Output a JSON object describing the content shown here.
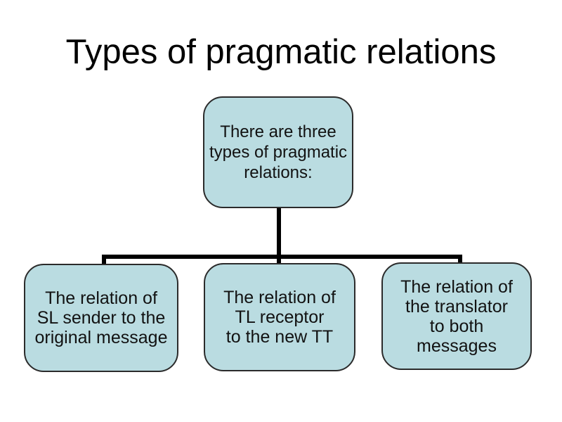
{
  "slide": {
    "title": "Types of pragmatic relations",
    "background_color": "#ffffff",
    "title_color": "#000000"
  },
  "diagram": {
    "box_fill_color": "#badce1",
    "box_border_color": "#2b2b2b",
    "connector_color": "#000000",
    "text_color": "#121212",
    "root_box": {
      "lines": [
        "There are three",
        "types of pragmatic",
        "relations:"
      ]
    },
    "child_boxes": [
      {
        "lines": [
          "The relation of",
          "SL sender to the",
          "original message"
        ]
      },
      {
        "lines": [
          "The relation of",
          "TL receptor",
          "to the new TT"
        ]
      },
      {
        "lines": [
          "The relation of",
          "the translator",
          "to both",
          "messages"
        ]
      }
    ]
  }
}
